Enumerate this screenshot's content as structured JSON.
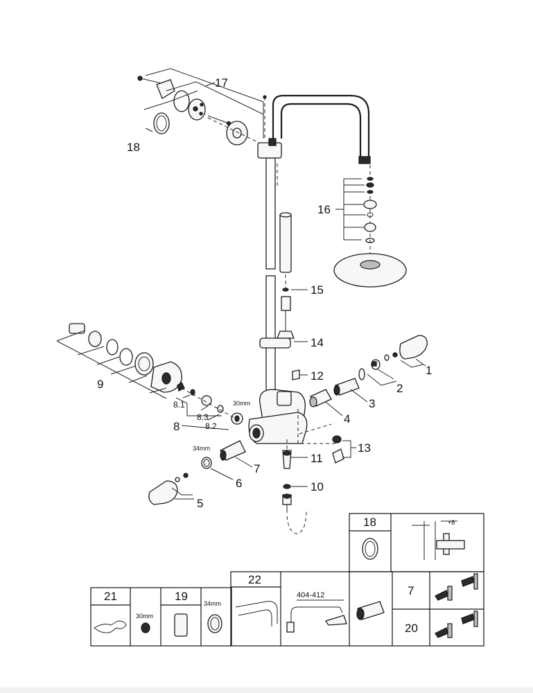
{
  "callouts": {
    "c1": "1",
    "c2": "2",
    "c3": "3",
    "c4": "4",
    "c5": "5",
    "c6": "6",
    "c7": "7",
    "c8": "8",
    "c8_1": "8.1",
    "c8_2": "8.2",
    "c8_3": "8.3",
    "c9": "9",
    "c10": "10",
    "c11": "11",
    "c12": "12",
    "c13": "13",
    "c14": "14",
    "c15": "15",
    "c16": "16",
    "c17": "17",
    "c18": "18"
  },
  "dimensions": {
    "nut_30mm": "30mm",
    "nut_34mm": "34mm",
    "wall_offset": "+8",
    "arm_range": "404-412"
  },
  "accessories": {
    "a18": "18",
    "a21": "21",
    "a21_size": "30mm",
    "a19": "19",
    "a19_size": "34mm",
    "a22": "22",
    "a7": "7",
    "a20": "20"
  }
}
